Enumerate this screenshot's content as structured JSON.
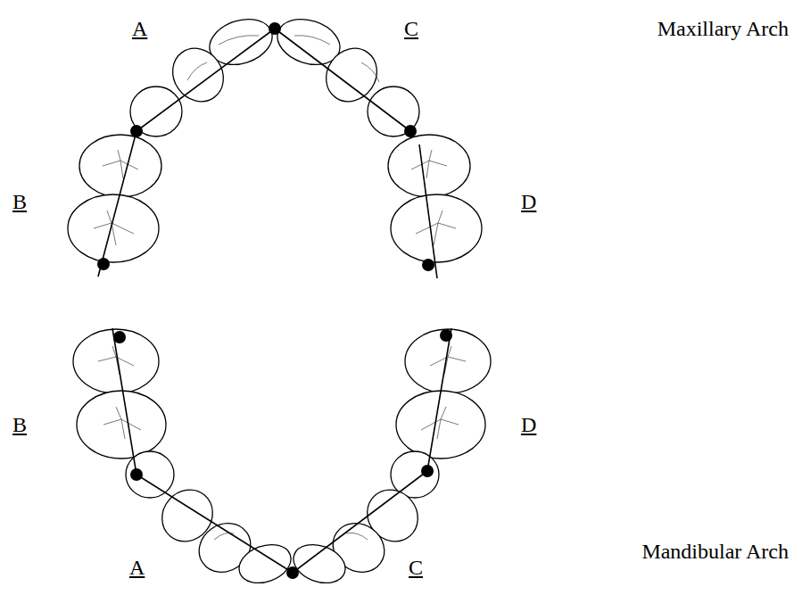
{
  "diagram": {
    "labels": [
      "A",
      "C",
      "Maxillary Arch",
      "B",
      "D",
      "B",
      "D",
      "A",
      "C",
      "Mandibular Arch"
    ]
  }
}
